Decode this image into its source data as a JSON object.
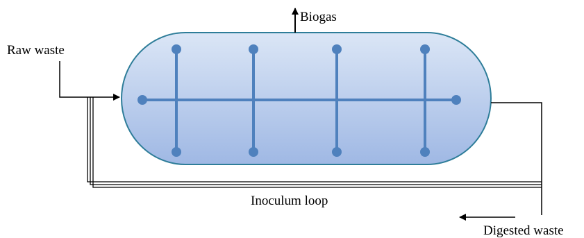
{
  "labels": {
    "biogas": "Biogas",
    "raw_waste": "Raw waste",
    "inoculum_loop": "Inoculum loop",
    "digested_waste": "Digested waste"
  },
  "colors": {
    "tank_outline": "#2e7d99",
    "tank_fill_top": "#dbe6f6",
    "tank_fill_bottom": "#9fb8e4",
    "agitator": "#4f81bd",
    "pipe": "#000000"
  },
  "icons": {
    "vertical_agitators": 4,
    "agitator_bead": "circle"
  }
}
